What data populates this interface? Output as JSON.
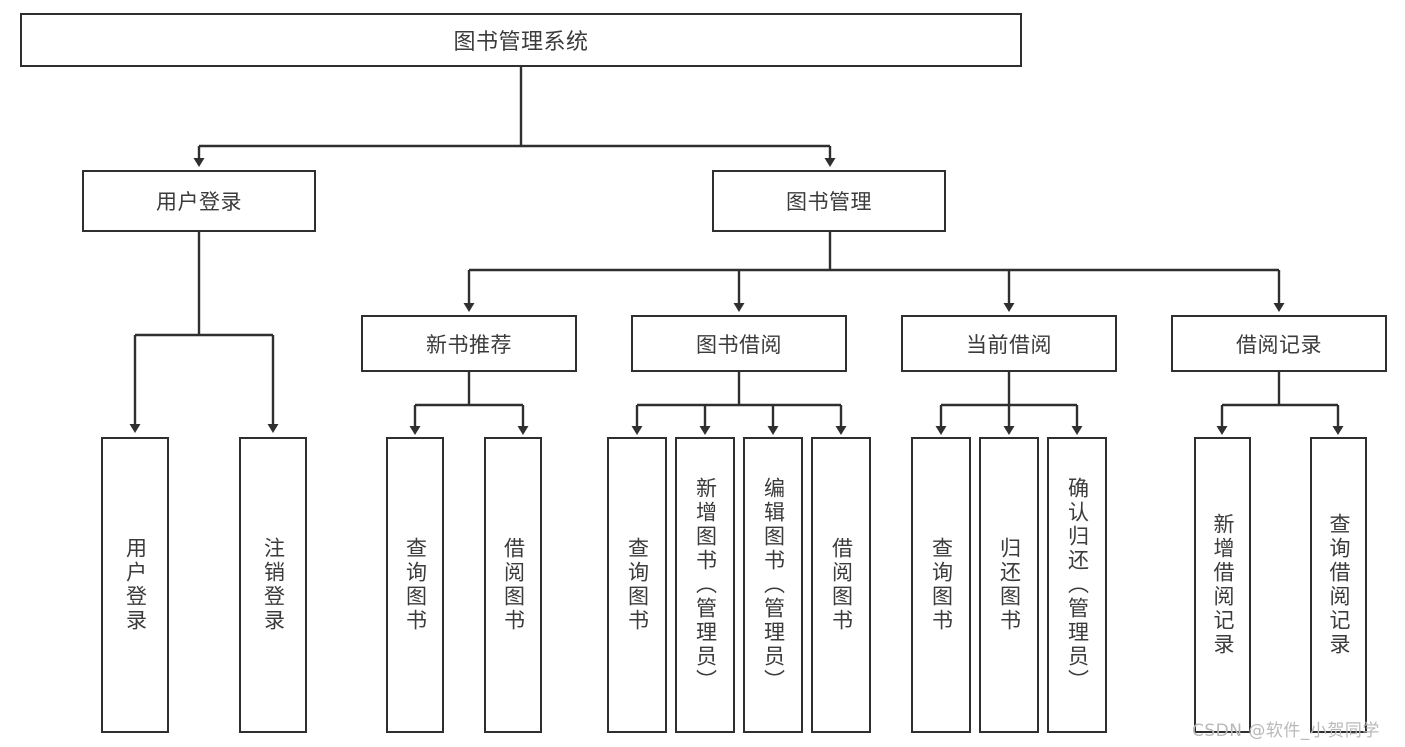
{
  "diagram": {
    "type": "tree-hierarchy-chart",
    "title_text": "图书管理系统",
    "colors": {
      "node_border": "#2f2f2f",
      "node_fill": "#ffffff",
      "text": "#3b3b3b",
      "edge": "#2f2f2f",
      "watermark": "#b9b9b9",
      "background": "#ffffff"
    },
    "nodes": {
      "root": {
        "label": "图书管理系统"
      },
      "level1": [
        {
          "id": "user-login",
          "label": "用户登录"
        },
        {
          "id": "book-management",
          "label": "图书管理"
        }
      ],
      "level2": [
        {
          "id": "new-book-recommend",
          "label": "新书推荐"
        },
        {
          "id": "book-borrow",
          "label": "图书借阅"
        },
        {
          "id": "current-borrow",
          "label": "当前借阅"
        },
        {
          "id": "borrow-record",
          "label": "借阅记录"
        }
      ],
      "leaves": {
        "user-login": [
          {
            "id": "leaf-user-login",
            "label": "用户登录"
          },
          {
            "id": "leaf-user-logout",
            "label": "注销登录"
          }
        ],
        "new-book-recommend": [
          {
            "id": "leaf-query-book-1",
            "label": "查询图书"
          },
          {
            "id": "leaf-borrow-book-1",
            "label": "借阅图书"
          }
        ],
        "book-borrow": [
          {
            "id": "leaf-query-book-2",
            "label": "查询图书"
          },
          {
            "id": "leaf-add-book",
            "label": "新增图书（管理员）"
          },
          {
            "id": "leaf-edit-book",
            "label": "编辑图书（管理员）"
          },
          {
            "id": "leaf-borrow-book-2",
            "label": "借阅图书"
          }
        ],
        "current-borrow": [
          {
            "id": "leaf-query-book-3",
            "label": "查询图书"
          },
          {
            "id": "leaf-return-book",
            "label": "归还图书"
          },
          {
            "id": "leaf-confirm-return",
            "label": "确认归还（管理员）"
          }
        ],
        "borrow-record": [
          {
            "id": "leaf-add-record",
            "label": "新增借阅记录"
          },
          {
            "id": "leaf-query-record",
            "label": "查询借阅记录"
          }
        ]
      }
    },
    "watermark": "CSDN @软件_小贺同学"
  }
}
